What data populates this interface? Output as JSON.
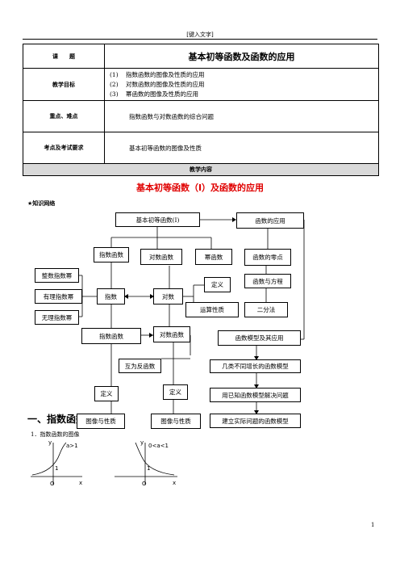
{
  "header": {
    "text": "[键入文字]"
  },
  "info_table": {
    "course_label": "课　　题",
    "course_title": "基本初等函数及函数的应用",
    "goal_label": "教学目标",
    "goals": [
      {
        "num": "(1)",
        "text": "指数函数的图像及性质的应用"
      },
      {
        "num": "(2)",
        "text": "对数函数的图像及性质的应用"
      },
      {
        "num": "(3)",
        "text": "幂函数的图像及性质的应用"
      }
    ],
    "key_label": "重点、难点",
    "key_text": "指数函数与对数函数的综合问题",
    "exam_label": "考点及考试要求",
    "exam_text": "基本初等函数的图像及性质",
    "content_label": "教学内容"
  },
  "main_title": "基本初等函数（Ⅰ）及函数的应用",
  "knowledge_label": "★知识网络",
  "diagram": {
    "basic": "基本初等函数(Ⅰ)",
    "application": "函数的应用",
    "exp_func": "指数函数",
    "log_func": "对数函数",
    "power_func": "幂函数",
    "zero": "函数的零点",
    "int_power": "整数指数幂",
    "rational_power": "有理指数幂",
    "irrational_power": "无理指数幂",
    "exponent": "指数",
    "logarithm": "对数",
    "definition1": "定义",
    "operation": "运算性质",
    "func_eq": "函数与方程",
    "bisection": "二分法",
    "exp_func2": "指数函数",
    "log_func2": "对数函数",
    "inverse": "互为反函数",
    "model": "函数模型及其应用",
    "growth": "几类不同增长的函数模型",
    "definition2": "定义",
    "definition3": "定义",
    "known_model": "用已知函数模型解决问题",
    "graph_prop1": "图像与性质",
    "graph_prop2": "图像与性质",
    "build_model": "建立实际问题的函数模型"
  },
  "section1": "一、指数函数",
  "section1_sub": "1．指数函数的图像",
  "graphs": [
    {
      "label": "a>1",
      "one": "1",
      "o": "O",
      "x": "x",
      "y": "y"
    },
    {
      "label": "0<a<1",
      "one": "1",
      "o": "O",
      "x": "x",
      "y": "y"
    }
  ],
  "page_number": "1"
}
